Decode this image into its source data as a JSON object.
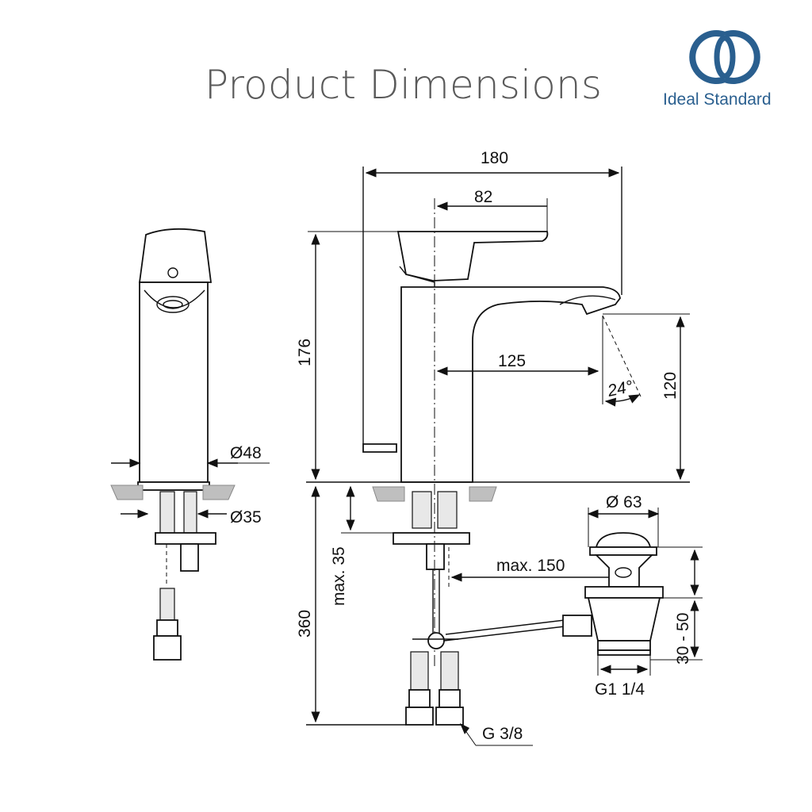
{
  "header": {
    "title": "Product Dimensions",
    "brand": "Ideal Standard"
  },
  "colors": {
    "brand_blue": "#2a5f8f",
    "title_gray": "#5a5a5a",
    "line": "#111111"
  },
  "dimensions": {
    "overall_width": "180",
    "handle_width": "82",
    "spout_reach": "125",
    "overall_height": "176",
    "spout_height": "120",
    "spray_angle": "24°",
    "body_diameter": "Ø48",
    "shank_diameter": "Ø35",
    "max_deck": "max. 35",
    "below_deck": "360",
    "pull_rod": "max. 150",
    "waste_diameter": "Ø 63",
    "waste_range": "30 - 50",
    "waste_thread": "G1 1/4",
    "hose_thread": "G 3/8"
  }
}
